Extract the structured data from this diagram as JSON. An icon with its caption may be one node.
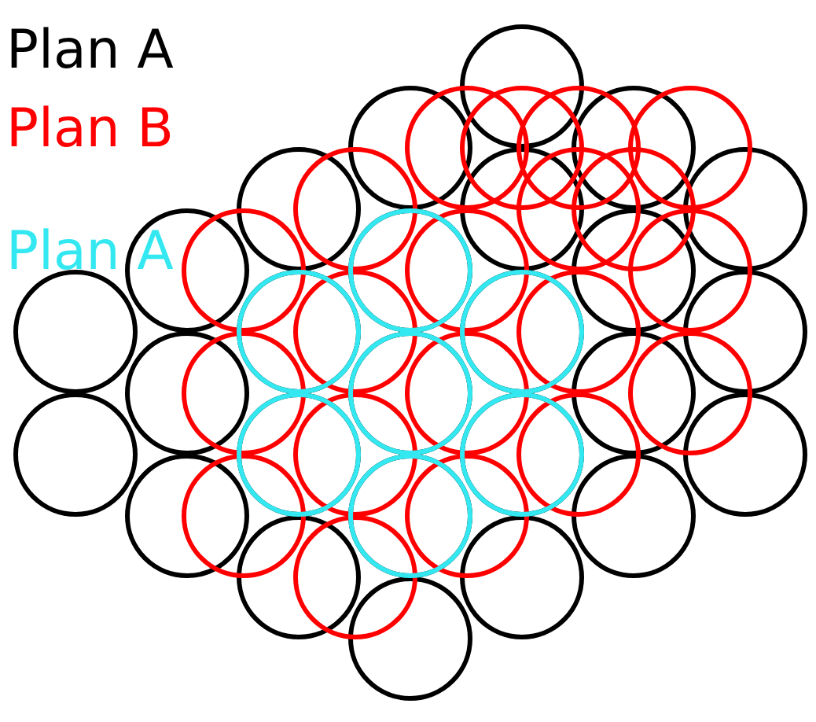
{
  "diagram": {
    "legend": [
      {
        "text": "Plan A",
        "color": "#000000"
      },
      {
        "text": "Plan B",
        "color": "#ff0000"
      },
      {
        "text": "Plan A",
        "color": "#33e8f0"
      }
    ]
  }
}
